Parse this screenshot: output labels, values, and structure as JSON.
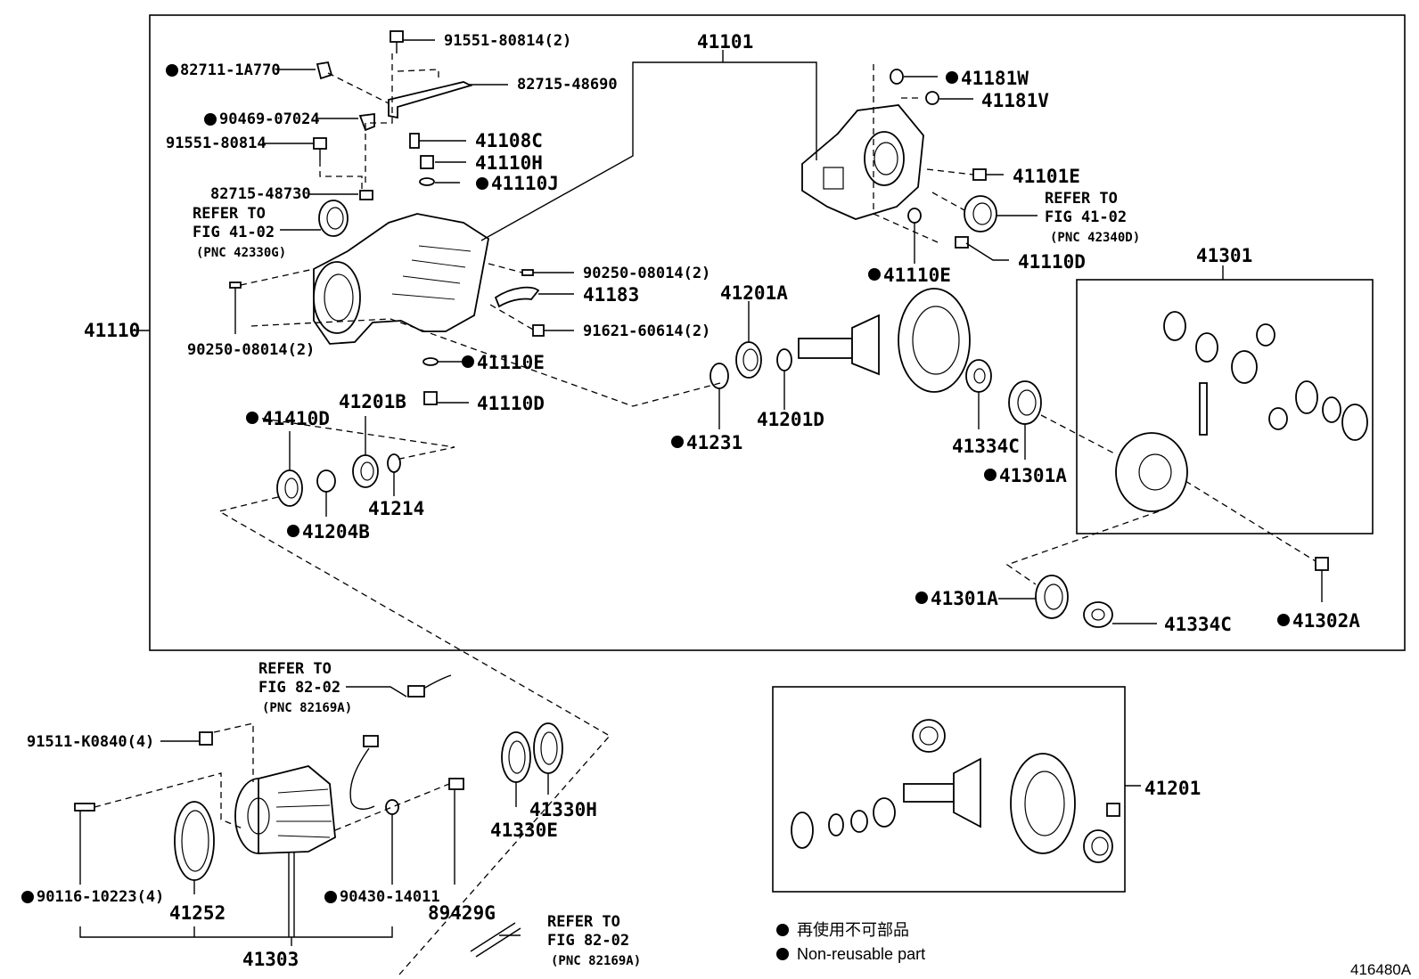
{
  "diagram": {
    "figure_code": "416480A",
    "legend": {
      "japanese": "再使用不可部品",
      "english": "Non-reusable part"
    },
    "labels": {
      "p91551_80814_2": "91551-80814(2)",
      "p82711_1A770": "82711-1A770",
      "p82715_48690": "82715-48690",
      "p90469_07024": "90469-07024",
      "p91551_80814": "91551-80814",
      "p82715_48730": "82715-48730",
      "p41108C": "41108C",
      "p41110H": "41110H",
      "p41110J": "41110J",
      "p41101": "41101",
      "p41181W": "41181W",
      "p41181V": "41181V",
      "p41101E": "41101E",
      "p41110E_top": "41110E",
      "p41110D_top": "41110D",
      "p41301": "41301",
      "p41110": "41110",
      "p90250_08014_2_a": "90250-08014(2)",
      "p90250_08014_2_b": "90250-08014(2)",
      "p41183": "41183",
      "p91621_60614_2": "91621-60614(2)",
      "p41201A": "41201A",
      "p41110E_mid": "41110E",
      "p41110D_mid": "41110D",
      "p41201B": "41201B",
      "p41410D": "41410D",
      "p41214": "41214",
      "p41204B": "41204B",
      "p41231": "41231",
      "p41201D": "41201D",
      "p41334C_a": "41334C",
      "p41301A_a": "41301A",
      "p41301A_b": "41301A",
      "p41334C_b": "41334C",
      "p41302A": "41302A",
      "p91511_K0840_4": "91511-K0840(4)",
      "p41330H": "41330H",
      "p41330E": "41330E",
      "p90116_10223_4": "90116-10223(4)",
      "p41252": "41252",
      "p90430_14011": "90430-14011",
      "p89429G": "89429G",
      "p41303": "41303",
      "p41201": "41201"
    },
    "refer_notes": {
      "left_41_02": {
        "line1": "REFER TO",
        "line2": "FIG 41-02",
        "line3": "(PNC 42330G)"
      },
      "right_41_02": {
        "line1": "REFER TO",
        "line2": "FIG 41-02",
        "line3": "(PNC 42340D)"
      },
      "mid_82_02": {
        "line1": "REFER TO",
        "line2": "FIG 82-02",
        "line3": "(PNC 82169A)"
      },
      "bottom_82_02": {
        "line1": "REFER TO",
        "line2": "FIG 82-02",
        "line3": "(PNC 82169A)"
      }
    }
  }
}
